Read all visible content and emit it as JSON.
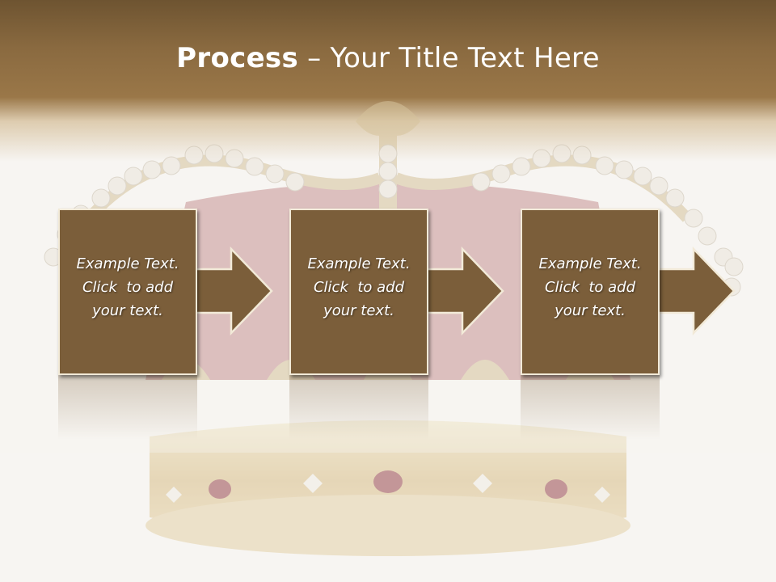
{
  "slide": {
    "title_bold": "Process",
    "title_rest": " – Your Title Text Here"
  },
  "steps": [
    {
      "line1": "Example Text.",
      "line2": "Click  to add",
      "line3": "your text."
    },
    {
      "line1": "Example Text.",
      "line2": "Click  to add",
      "line3": "your text."
    },
    {
      "line1": "Example Text.",
      "line2": "Click  to add",
      "line3": "your text."
    }
  ],
  "colors": {
    "header": "#8a6a40",
    "box_fill": "#7b5e3a",
    "box_border": "#f2ead8",
    "text": "#ffffff"
  },
  "background_image": "crown-illustration"
}
